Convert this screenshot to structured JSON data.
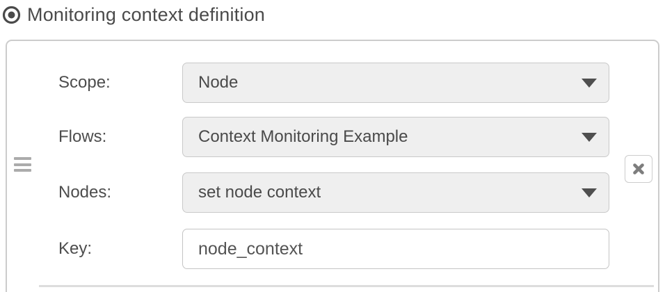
{
  "header": {
    "icon": "radio-selected-icon",
    "title": "Monitoring context definition"
  },
  "form": {
    "fields": [
      {
        "label": "Scope:",
        "control": "dropdown",
        "value": "Node"
      },
      {
        "label": "Flows:",
        "control": "dropdown",
        "value": "Context Monitoring Example"
      },
      {
        "label": "Nodes:",
        "control": "dropdown",
        "value": "set node context"
      },
      {
        "label": "Key:",
        "control": "text-input",
        "value": "node_context"
      }
    ],
    "icons": {
      "drag_handle": "drag-handle-icon",
      "remove": "close-icon",
      "dropdown_caret": "chevron-down-icon"
    }
  },
  "colors": {
    "panel_border": "#cccccc",
    "dropdown_bg": "#efefef",
    "text": "#4a4a4a",
    "handle": "#ababab",
    "divider": "#dddddd"
  }
}
